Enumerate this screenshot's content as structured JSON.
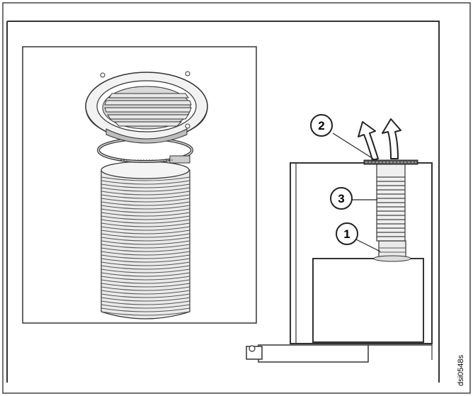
{
  "figure": {
    "callouts": [
      {
        "id": "1",
        "label": "1"
      },
      {
        "id": "2",
        "label": "2"
      },
      {
        "id": "3",
        "label": "3"
      }
    ],
    "figure_code": "dsi0548s"
  }
}
